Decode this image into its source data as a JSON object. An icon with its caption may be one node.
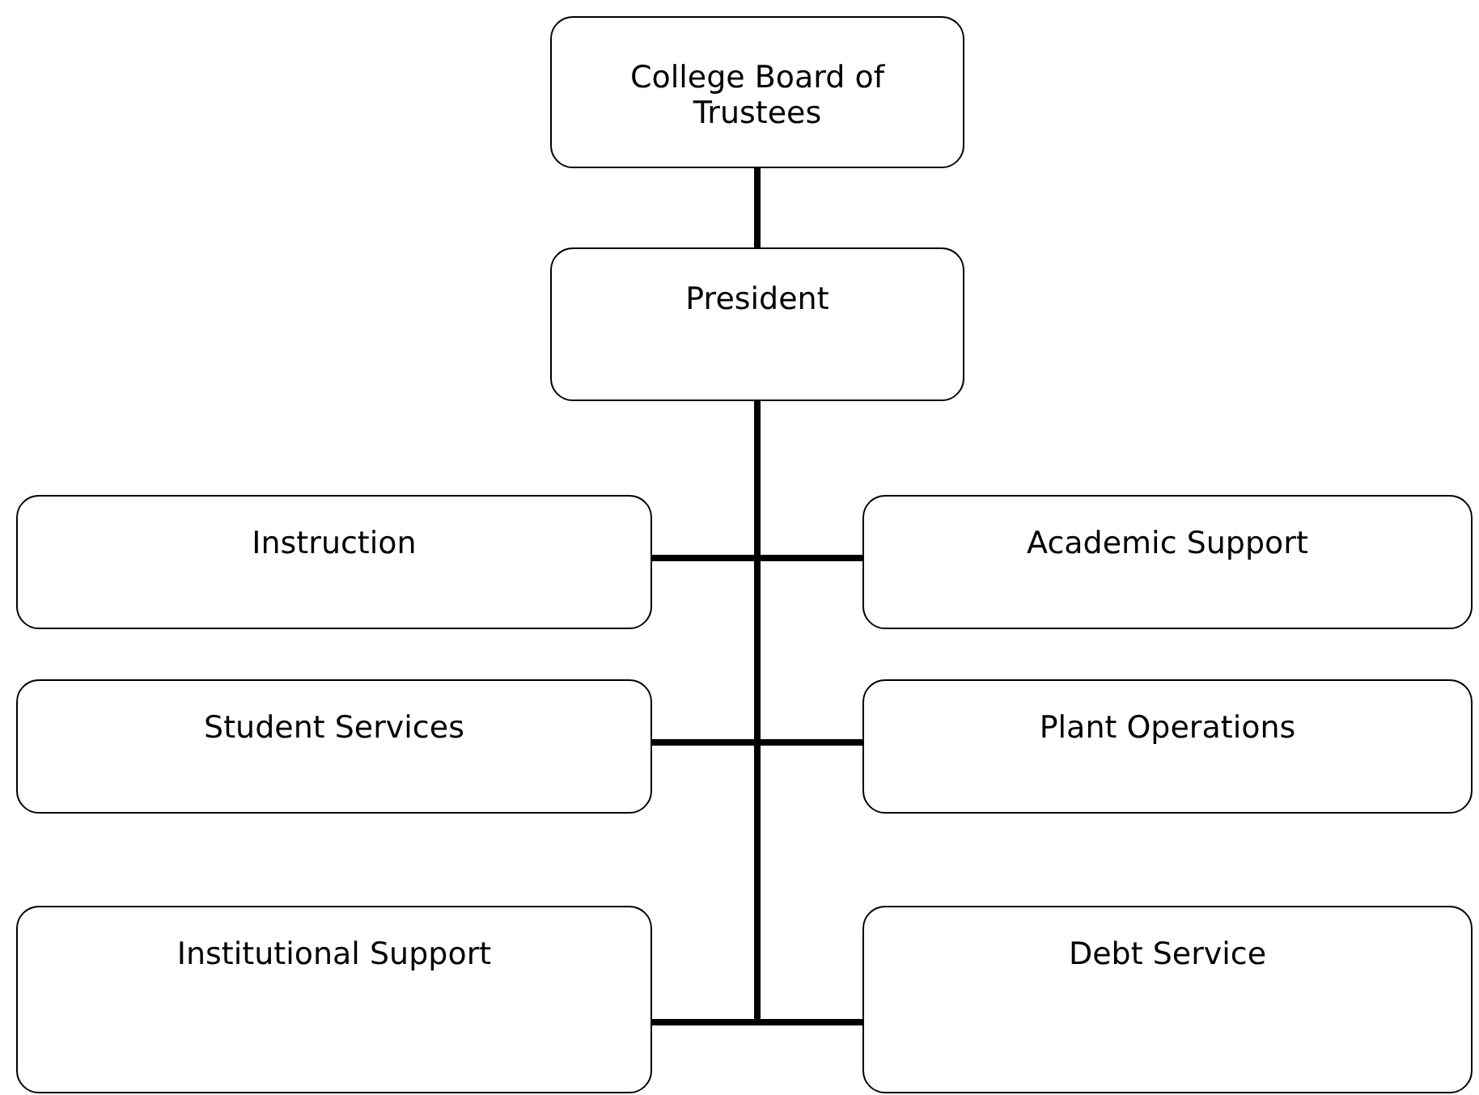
{
  "diagram": {
    "nodes": [
      {
        "text": [
          "College Board of Trustees"
        ]
      },
      {
        "text": [
          "President"
        ]
      },
      {
        "text": [
          "Instruction"
        ]
      },
      {
        "text": [
          "Academic Support"
        ]
      },
      {
        "text": [
          "Student Services"
        ]
      },
      {
        "text": [
          "Plant Operations"
        ]
      },
      {
        "text": [
          "Institutional Support"
        ]
      },
      {
        "text": [
          "Debt Service"
        ]
      }
    ],
    "edges": [
      {
        "from": 0,
        "to": 1,
        "arrow": "none"
      },
      {
        "from": 1,
        "to": 2,
        "arrow": "none"
      },
      {
        "from": 1,
        "to": 3,
        "arrow": "none"
      },
      {
        "from": 1,
        "to": 4,
        "arrow": "none"
      },
      {
        "from": 1,
        "to": 5,
        "arrow": "none"
      },
      {
        "from": 1,
        "to": 6,
        "arrow": "none"
      },
      {
        "from": 1,
        "to": 7,
        "arrow": "none"
      }
    ]
  }
}
